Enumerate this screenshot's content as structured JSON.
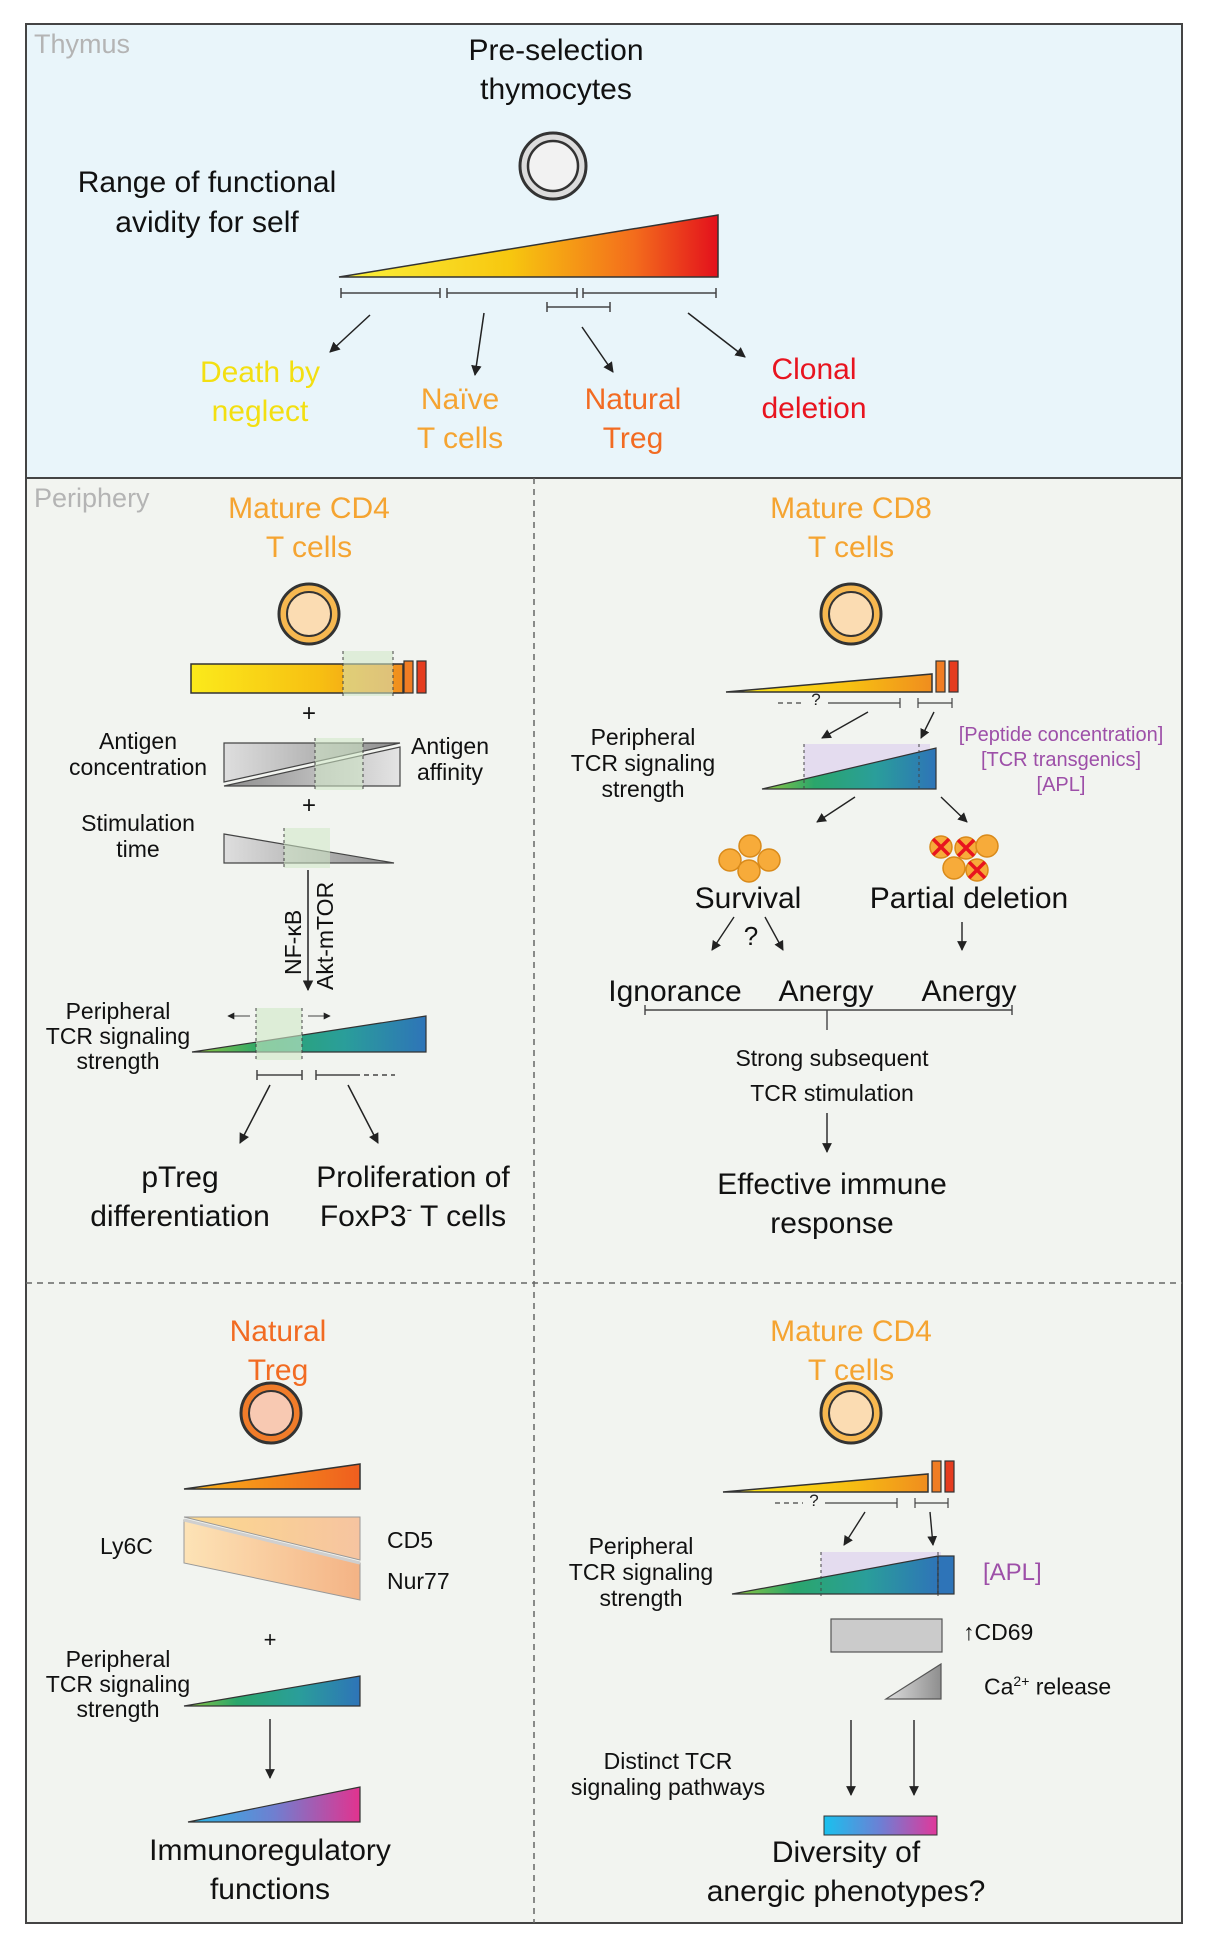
{
  "colors": {
    "thymus_bg": "#e9f5fa",
    "periphery_bg": "#f2f4f0",
    "section_label": "#b4b4b4",
    "yellow": "#f3df11",
    "light_orange": "#f5a431",
    "orange": "#f26b22",
    "red": "#e8141f",
    "purple": "#9d4fa8",
    "green_window": "#cfe8c6",
    "lavender_window": "#e4dcef"
  },
  "thymus": {
    "section_label": "Thymus",
    "title": [
      "Pre-selection",
      "thymocytes"
    ],
    "range_label": [
      "Range of functional",
      "avidity for self"
    ],
    "fates": {
      "death": [
        "Death by",
        "neglect"
      ],
      "naive": [
        "Naïve",
        "T cells"
      ],
      "treg": [
        "Natural",
        "Treg"
      ],
      "deletion": [
        "Clonal",
        "deletion"
      ]
    }
  },
  "cd4_panel": {
    "section_label": "Periphery",
    "title": [
      "Mature CD4",
      "T cells"
    ],
    "plus": "+",
    "antigen_concentration": [
      "Antigen",
      "concentration"
    ],
    "antigen_affinity": [
      "Antigen",
      "affinity"
    ],
    "stimulation_time": [
      "Stimulation",
      "time"
    ],
    "nfkb": "NF-κB",
    "akt": "Akt-mTOR",
    "tcr_label": [
      "Peripheral",
      "TCR signaling",
      "strength"
    ],
    "outcome_left": [
      "pTreg",
      "differentiation"
    ],
    "outcome_right_1": "Proliferation of",
    "outcome_right_2a": "FoxP3",
    "outcome_right_2sup": "-",
    "outcome_right_2b": " T cells"
  },
  "cd8_panel": {
    "title": [
      "Mature CD8",
      "T cells"
    ],
    "question": "?",
    "tcr_label": [
      "Peripheral",
      "TCR signaling",
      "strength"
    ],
    "factors": [
      "[Peptide concentration]",
      "[TCR transgenics]",
      "[APL]"
    ],
    "survival": "Survival",
    "partial_deletion": "Partial deletion",
    "ignorance": "Ignorance",
    "anergy_left": "Anergy",
    "anergy_right": "Anergy",
    "strong_stim": [
      "Strong subsequent",
      "TCR stimulation"
    ],
    "effective": [
      "Effective immune",
      "response"
    ]
  },
  "treg_panel": {
    "title": [
      "Natural",
      "Treg"
    ],
    "ly6c": "Ly6C",
    "cd5": "CD5",
    "nur77": "Nur77",
    "plus": "+",
    "tcr_label": [
      "Peripheral",
      "TCR signaling",
      "strength"
    ],
    "functions": [
      "Immunoregulatory",
      "functions"
    ]
  },
  "cd4_anergy_panel": {
    "title": [
      "Mature CD4",
      "T cells"
    ],
    "question": "?",
    "tcr_label": [
      "Peripheral",
      "TCR signaling",
      "strength"
    ],
    "apl": "[APL]",
    "cd69": "↑CD69",
    "ca_pre": "Ca",
    "ca_sup": "2+",
    "ca_post": " release",
    "distinct": [
      "Distinct TCR",
      "signaling pathways"
    ],
    "diversity": [
      "Diversity of",
      "anergic phenotypes?"
    ]
  }
}
